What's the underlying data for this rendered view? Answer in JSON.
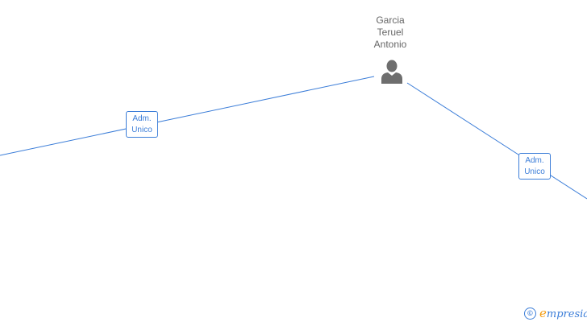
{
  "person": {
    "name_lines": [
      "Garcia",
      "Teruel",
      "Antonio"
    ]
  },
  "roles": [
    {
      "line1": "Adm.",
      "line2": "Unico"
    },
    {
      "line1": "Adm.",
      "line2": "Unico"
    }
  ],
  "brand": {
    "copyright": "©",
    "first_letter": "e",
    "rest": "mpresia"
  },
  "colors": {
    "edge": "#3b7dd8",
    "person_icon": "#6e6e6e",
    "brand_accent": "#f39c12"
  },
  "icons": [
    "person-icon",
    "copyright-icon"
  ]
}
